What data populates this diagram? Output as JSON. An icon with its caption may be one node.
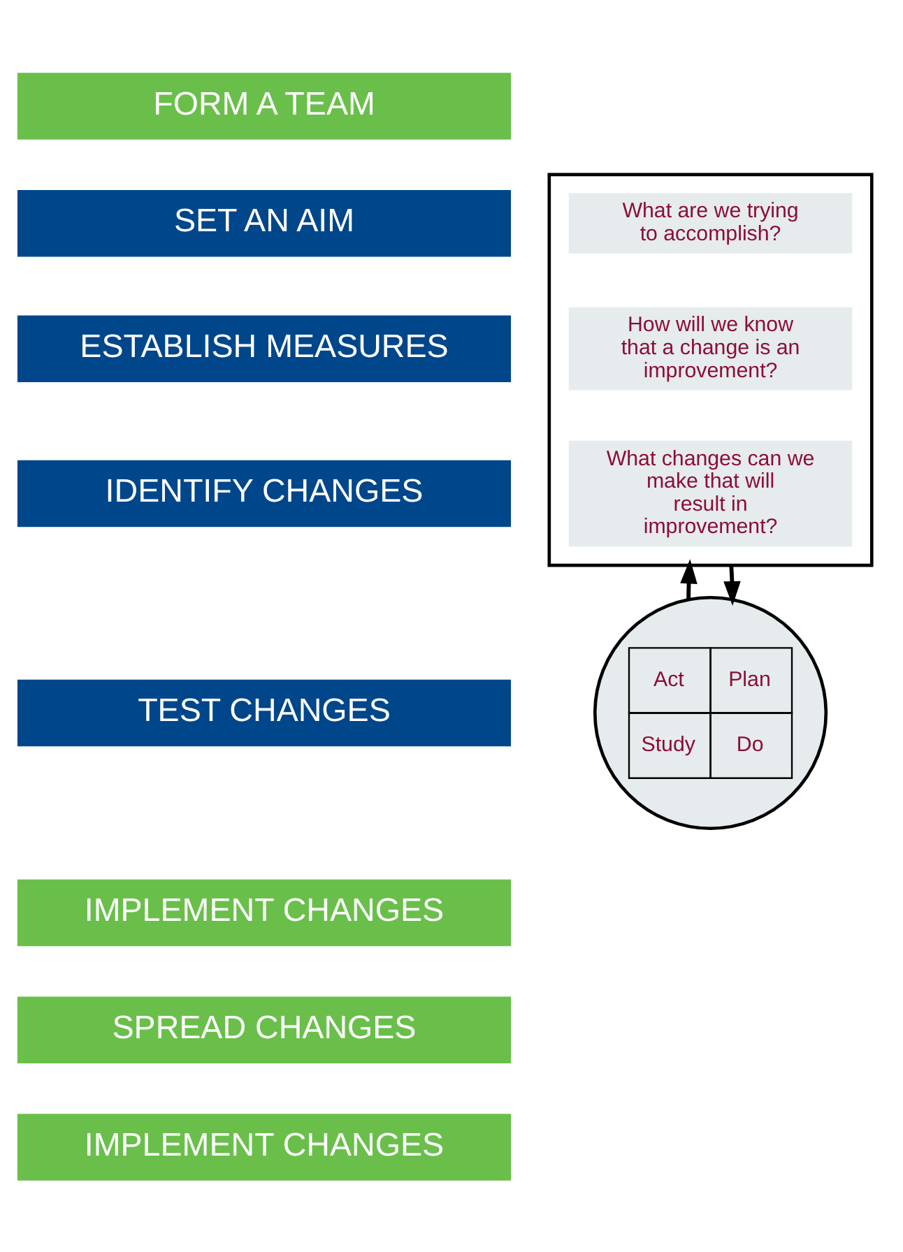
{
  "diagram": {
    "nodes": [
      {
        "text": [
          "FORM A TEAM"
        ]
      },
      {
        "text": [
          "SET AN AIM"
        ]
      },
      {
        "text": [
          "ESTABLISH MEASURES"
        ]
      },
      {
        "text": [
          "IDENTIFY CHANGES"
        ]
      },
      {
        "text": [
          "TEST CHANGES"
        ]
      },
      {
        "text": [
          "IMPLEMENT CHANGES"
        ]
      },
      {
        "text": [
          "SPREAD CHANGES"
        ]
      },
      {
        "text": [
          "IMPLEMENT CHANGES"
        ]
      },
      {
        "text": [],
        "shape": "box"
      },
      {
        "text": [
          "What are we trying to accomplish?"
        ],
        "in": 8
      },
      {
        "text": [
          "How will we know that a change is an improvement?"
        ],
        "in": 8
      },
      {
        "text": [
          "What changes can we make that will result in improvement?"
        ],
        "in": 8
      },
      {
        "text": [],
        "shape": "circle"
      },
      {
        "text": [
          "Act"
        ],
        "in": 12
      },
      {
        "text": [
          "Plan"
        ],
        "in": 12
      },
      {
        "text": [
          "Study"
        ],
        "in": 12
      },
      {
        "text": [
          "Do"
        ],
        "in": 12
      }
    ],
    "edges": [
      {
        "from": 12,
        "to": 8,
        "arrow": "to"
      },
      {
        "from": 8,
        "to": 12,
        "arrow": "to"
      }
    ]
  }
}
